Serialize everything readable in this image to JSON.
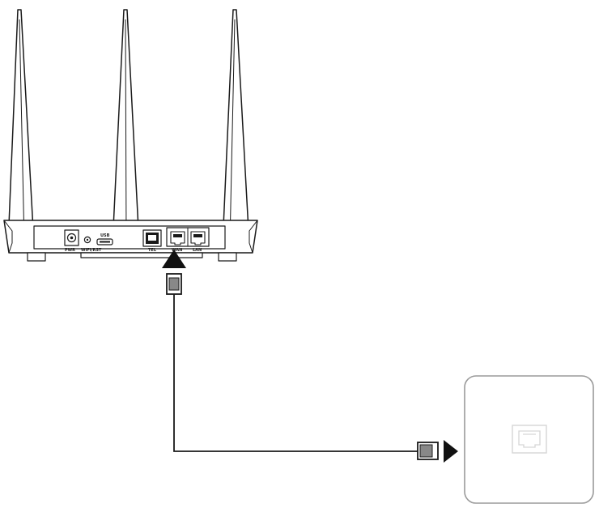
{
  "router": {
    "labels": {
      "pwr": "PWR",
      "wifi_reset": "WIFI/RST",
      "usb": "USB",
      "tel": "TEL",
      "wan": "WAN",
      "lan": "LAN"
    }
  },
  "colors": {
    "line": "#1a1a1a",
    "plug_fill": "#888888",
    "wall_border": "#9a9a9a",
    "wall_port": "#d6d6d6"
  }
}
